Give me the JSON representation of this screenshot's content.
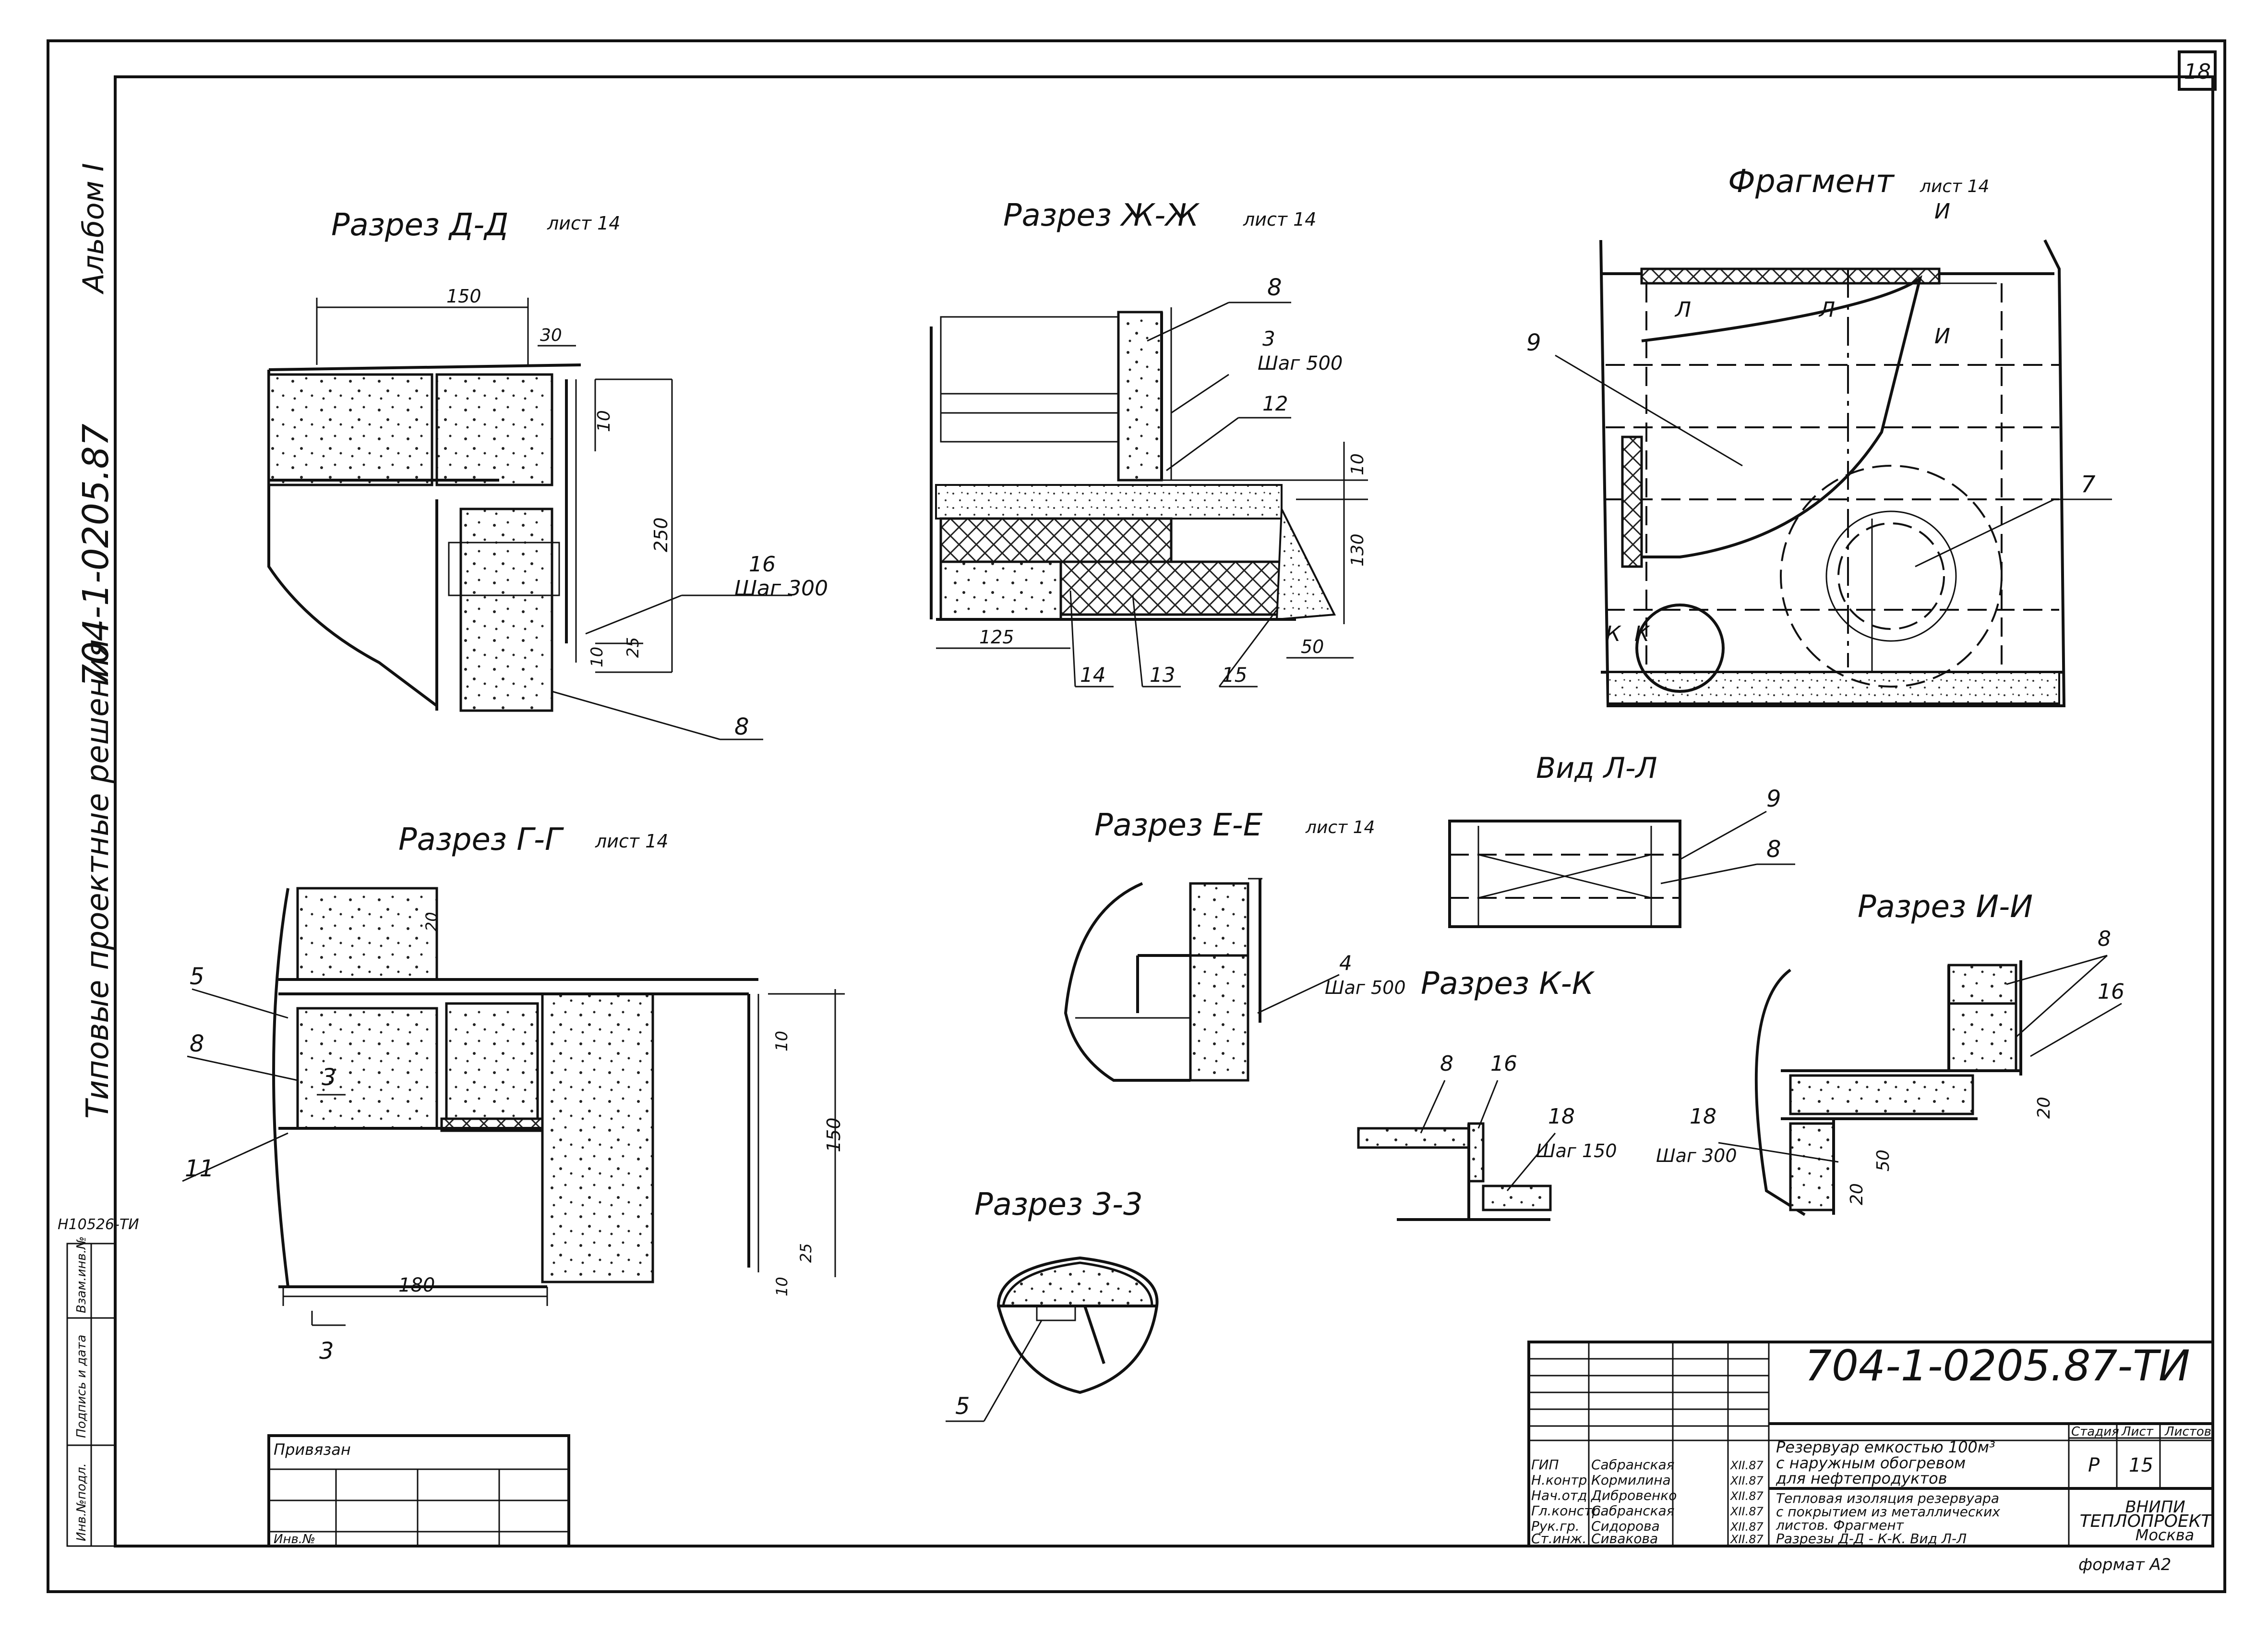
{
  "sheet": {
    "sheet_corner_number": "18",
    "side_album": "Альбом I",
    "side_code": "704-1-0205.87",
    "side_series": "Типовые проектные решения",
    "format_note": "формат А2",
    "archive_number": "Н10526-ТИ"
  },
  "left_stamp": {
    "labels": [
      "Инв.№подл.",
      "Подпись и дата",
      "Взам.инв.№"
    ]
  },
  "views": {
    "dd": {
      "title": "Разрез Д-Д",
      "ref": "лист 14",
      "dims": [
        "150",
        "30",
        "10",
        "250",
        "25",
        "10"
      ],
      "callouts": {
        "p16": "16",
        "p16_step": "Шаг 300",
        "p8": "8"
      }
    },
    "zz": {
      "title": "Разрез Ж-Ж",
      "ref": "лист 14",
      "dims": [
        "10",
        "130",
        "125",
        "50"
      ],
      "callouts": {
        "p8": "8",
        "p3": "3",
        "p3_step": "Шаг 500",
        "p12": "12",
        "p14": "14",
        "p13": "13",
        "p15": "15"
      }
    },
    "fragment": {
      "title": "Фрагмент",
      "ref": "лист 14",
      "section_marks": [
        "И",
        "И",
        "Л",
        "Л",
        "К",
        "К"
      ],
      "callouts": {
        "p9": "9",
        "p7": "7"
      }
    },
    "ll": {
      "title": "Вид Л-Л",
      "callouts": {
        "p9": "9",
        "p8": "8"
      }
    },
    "gg": {
      "title": "Разрез Г-Г",
      "ref": "лист 14",
      "dims": [
        "20",
        "10",
        "150",
        "180",
        "25",
        "10"
      ],
      "callouts": {
        "p5": "5",
        "p8": "8",
        "p11": "11"
      },
      "section_mark": "3"
    },
    "ee": {
      "title": "Разрез Е-Е",
      "ref": "лист 14",
      "callouts": {
        "p4": "4",
        "p4_step": "Шаг 500"
      }
    },
    "kk": {
      "title": "Разрез К-К",
      "callouts": {
        "p8": "8",
        "p16": "16",
        "p18": "18",
        "p18_step": "Шаг 150"
      }
    },
    "ii": {
      "title": "Разрез И-И",
      "dims": [
        "20",
        "50",
        "20"
      ],
      "callouts": {
        "p8": "8",
        "p16": "16",
        "p18": "18",
        "p18_step": "Шаг 300"
      }
    },
    "s33": {
      "title": "Разрез 3-3",
      "callouts": {
        "p5": "5"
      }
    }
  },
  "title_block": {
    "doc_code": "704-1-0205.87-ТИ",
    "bound_label": "Привязан",
    "inv_label": "Инв.№",
    "roles": [
      {
        "role": "ГИП",
        "name": "Сабранская",
        "date": "XII.87"
      },
      {
        "role": "Н.контр.",
        "name": "Кормилина",
        "date": "XII.87"
      },
      {
        "role": "Нач.отд.",
        "name": "Дибровенко",
        "date": "XII.87"
      },
      {
        "role": "Гл.констр.",
        "name": "Сабранская",
        "date": "XII.87"
      },
      {
        "role": "Рук.гр.",
        "name": "Сидорова",
        "date": "XII.87"
      },
      {
        "role": "Ст.инж.",
        "name": "Сивакова",
        "date": "XII.87"
      }
    ],
    "object_name_1": "Резервуар емкостью 100м³",
    "object_name_2": "с наружным обогревом",
    "object_name_3": "для нефтепродуктов",
    "sheet_name_1": "Тепловая изоляция резервуара",
    "sheet_name_2": "с покрытием из металлических",
    "sheet_name_3": "листов. Фрагмент",
    "sheet_name_4": "Разрезы Д-Д - К-К. Вид Л-Л",
    "col_stage": "Стадия",
    "col_sheet": "Лист",
    "col_sheets": "Листов",
    "stage": "Р",
    "sheet_no": "15",
    "org_1": "ВНИПИ",
    "org_2": "ТЕПЛОПРОЕКТ",
    "org_3": "Москва"
  }
}
